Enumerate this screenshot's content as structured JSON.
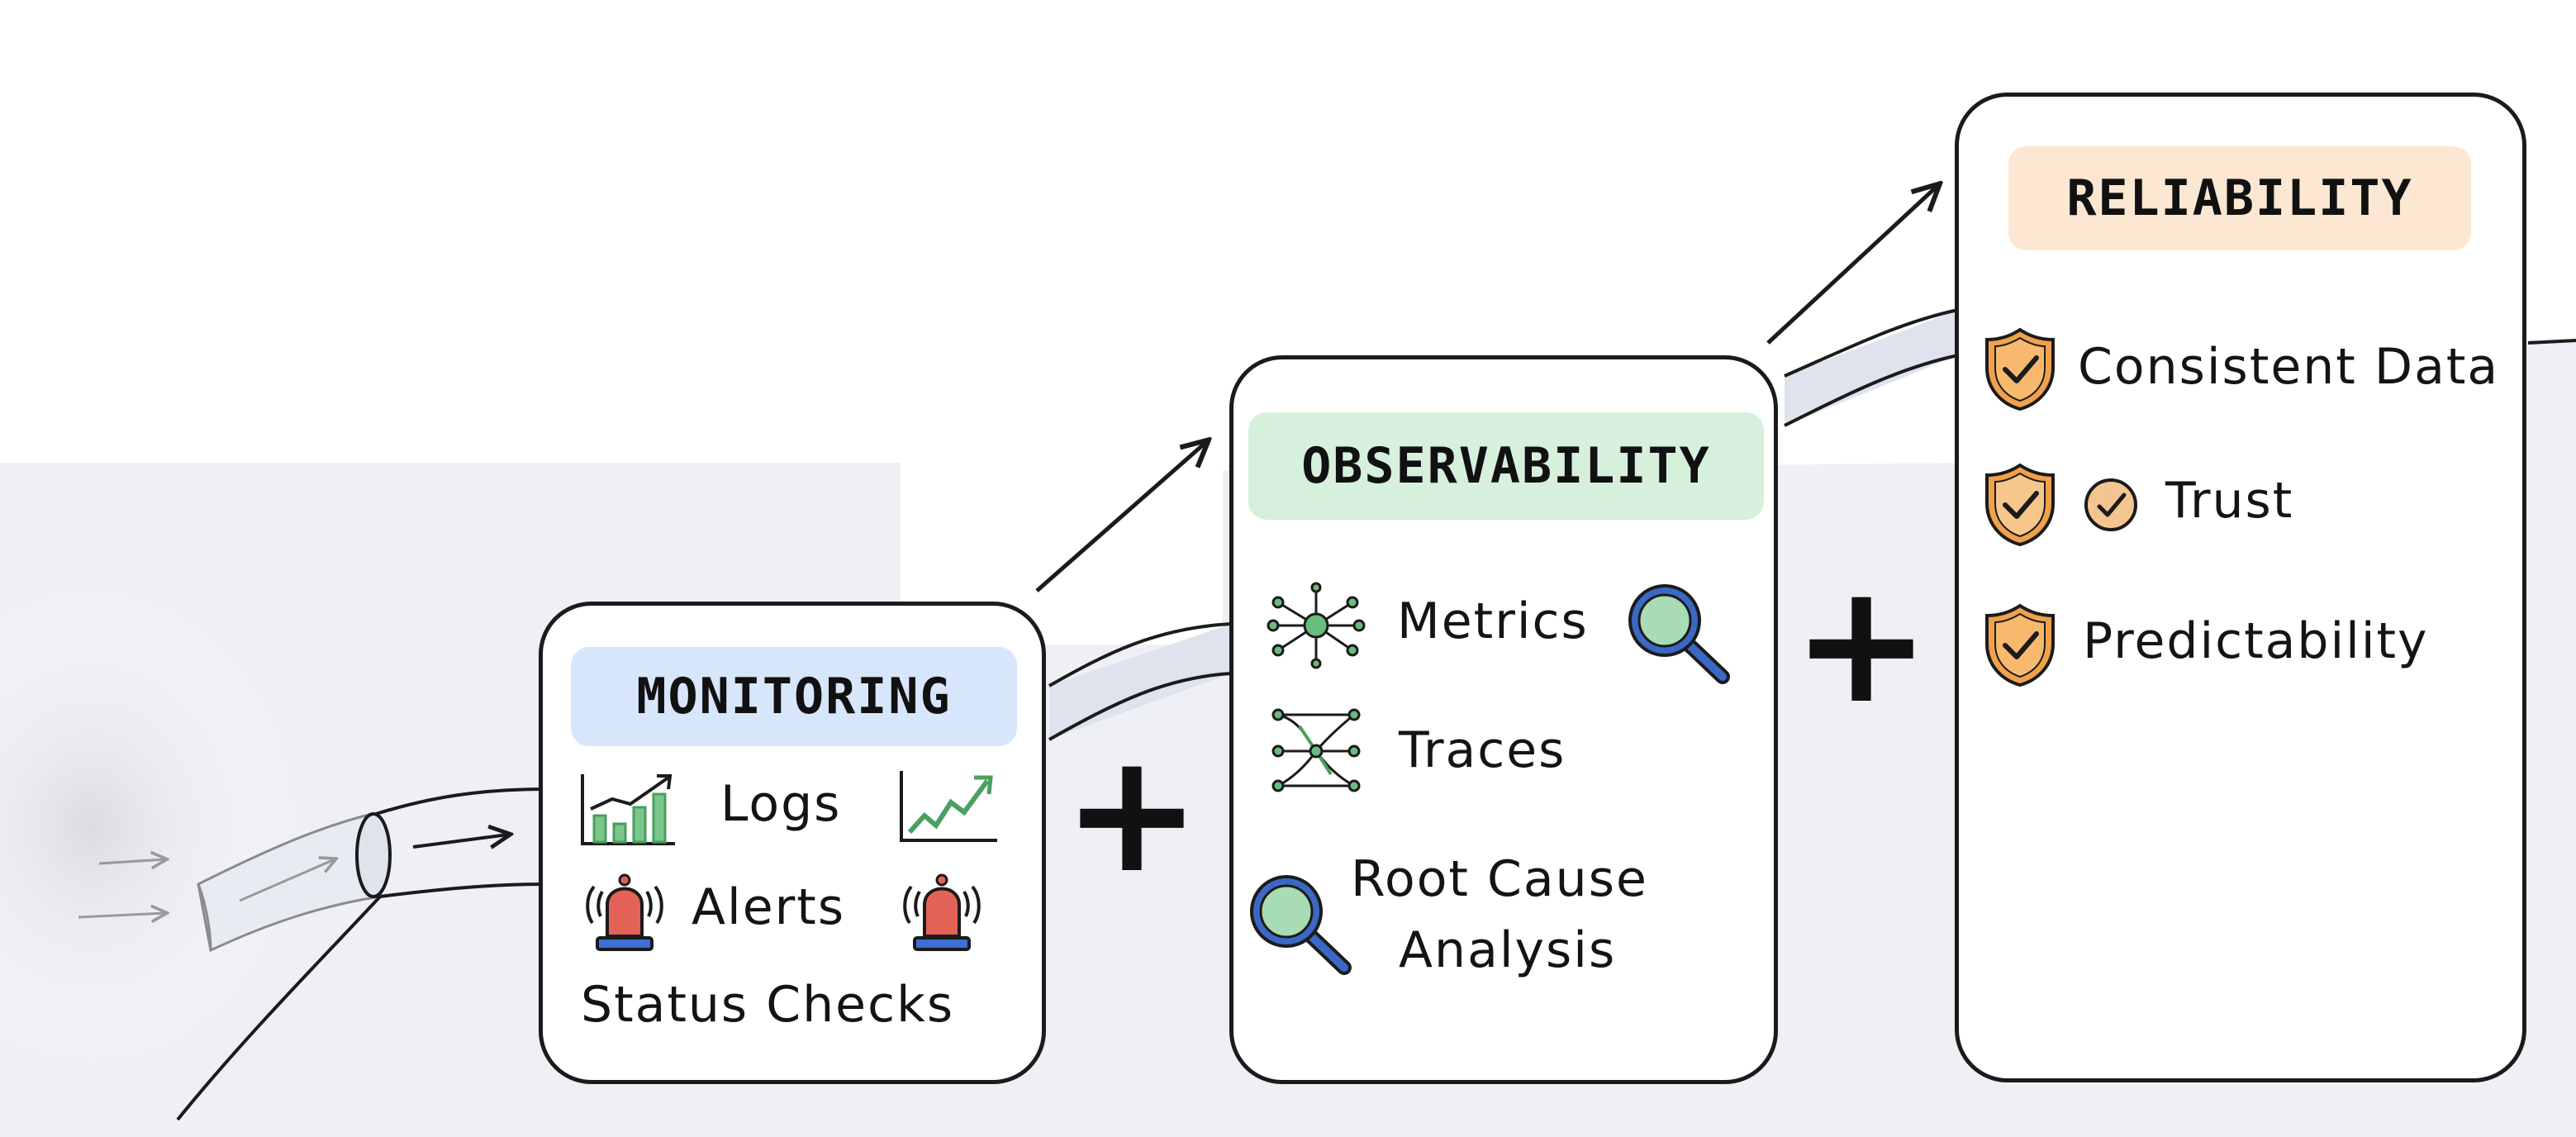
{
  "plus_sign": "+",
  "monitoring": {
    "title": "MONITORING",
    "title_color": "#d7e6fb",
    "items": [
      {
        "label": "Logs",
        "icons": [
          "bar-chart-icon",
          "line-chart-icon"
        ]
      },
      {
        "label": "Alerts",
        "icons": [
          "alarm-bell-icon",
          "alarm-bell-icon"
        ]
      },
      {
        "label": "Status Checks"
      }
    ]
  },
  "observability": {
    "title": "OBSERVABILITY",
    "title_color": "#d6f0dc",
    "items": [
      {
        "label": "Metrics",
        "icons": [
          "network-node-icon",
          "magnifier-icon"
        ]
      },
      {
        "label": "Traces",
        "icons": [
          "trace-graph-icon"
        ]
      },
      {
        "label_line1": "Root Cause",
        "label_line2": "Analysis",
        "icons": [
          "magnifier-icon"
        ]
      }
    ]
  },
  "reliability": {
    "title": "RELIABILITY",
    "title_color": "#fbe7d2",
    "items": [
      {
        "label": "Consistent Data",
        "icons": [
          "shield-check-icon"
        ]
      },
      {
        "label": "Trust",
        "icons": [
          "shield-check-icon",
          "check-badge-icon"
        ]
      },
      {
        "label": "Predictability",
        "icons": [
          "shield-check-icon"
        ]
      }
    ]
  },
  "colors": {
    "outline": "#1b1b1b",
    "pipe_fill": "#e7eaf2",
    "floor": "#eef0f5",
    "chart_green": "#4aa060",
    "bell_red": "#e46257",
    "bell_blue": "#3f6fd1",
    "magnifier_blue": "#3b68c4",
    "magnifier_lens": "#a8dcb4",
    "node_green": "#68bd7c",
    "shield_orange": "#f0a14b"
  }
}
